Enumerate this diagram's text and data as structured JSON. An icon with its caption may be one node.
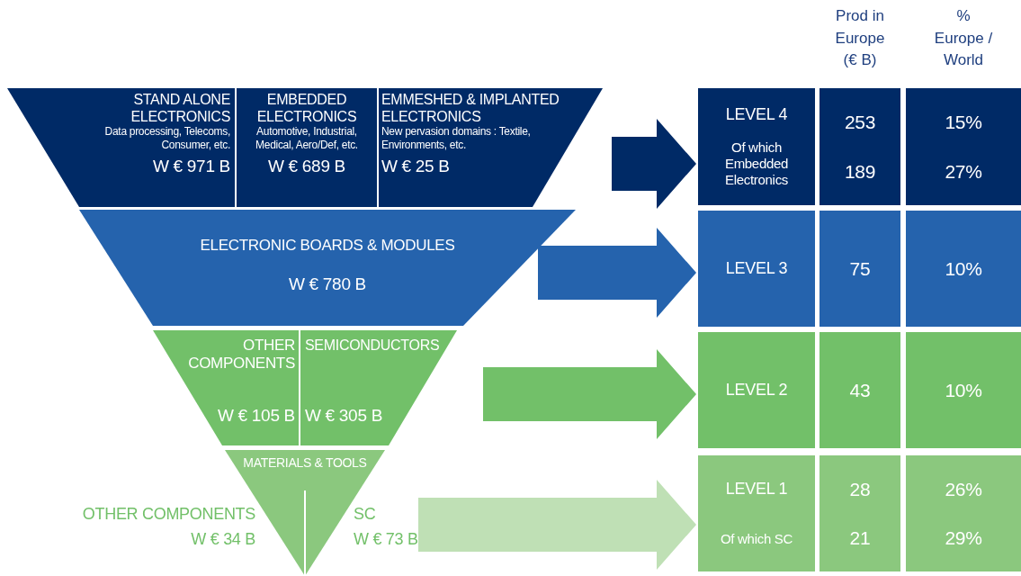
{
  "diagram": {
    "nodes": [
      {
        "text": [],
        "shape": "trapezoid"
      },
      {
        "text": [
          "STAND ALONE ELECTRONICS",
          "Data processing, Telecoms, Consumer, etc.",
          "W € 971 B"
        ],
        "in": 0
      },
      {
        "text": [
          "EMBEDDED ELECTRONICS",
          "Automotive, Industrial, Medical, Aero/Def, etc.",
          "W € 689 B"
        ],
        "in": 0
      },
      {
        "text": [
          "EMMESHED & IMPLANTED ELECTRONICS",
          "New pervasion domains : Textile, Environments, etc.",
          "W € 25 B"
        ],
        "in": 0
      },
      {
        "text": [
          "ELECTRONIC BOARDS & MODULES",
          "W € 780 B"
        ]
      },
      {
        "text": [],
        "shape": "trapezoid"
      },
      {
        "text": [
          "OTHER COMPONENTS",
          "W € 105 B"
        ],
        "in": 5
      },
      {
        "text": [
          "SEMICONDUCTORS",
          "W € 305 B"
        ],
        "in": 5
      },
      {
        "text": [
          "MATERIALS & TOOLS"
        ],
        "beside": [
          "OTHER COMPONENTS",
          "W € 34 B",
          "SC",
          "W € 73 B"
        ]
      },
      {
        "text": [
          "LEVEL 4",
          "Of which Embedded Electronics"
        ]
      },
      {
        "text": [
          "253",
          "189"
        ]
      },
      {
        "text": [
          "15%",
          "27%"
        ]
      },
      {
        "text": [
          "LEVEL 3"
        ]
      },
      {
        "text": [
          "75"
        ]
      },
      {
        "text": [
          "10%"
        ]
      },
      {
        "text": [
          "LEVEL 2"
        ]
      },
      {
        "text": [
          "43"
        ]
      },
      {
        "text": [
          "10%"
        ]
      },
      {
        "text": [
          "LEVEL 1",
          "Of which SC"
        ]
      },
      {
        "text": [
          "28",
          "21"
        ]
      },
      {
        "text": [
          "26%",
          "29%"
        ]
      }
    ],
    "edges": [
      {
        "from": 0,
        "to": 9,
        "arrow": "to",
        "color": "#002a66"
      },
      {
        "from": 4,
        "to": 12,
        "arrow": "to",
        "color": "#2563ad"
      },
      {
        "from": 5,
        "to": 15,
        "arrow": "to",
        "color": "#72c069"
      },
      {
        "from": 8,
        "to": 18,
        "arrow": "to",
        "color": "#bfe0b5"
      }
    ],
    "labels": [
      "Prod in Europe (€ B)",
      "% Europe / World"
    ]
  }
}
